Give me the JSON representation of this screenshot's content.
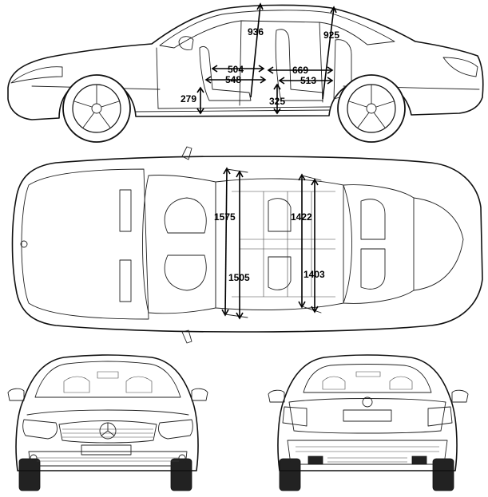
{
  "side_view": {
    "dims": {
      "headroom_front": "936",
      "headroom_rear": "925",
      "legroom_front_short": "504",
      "legroom_front_long": "548",
      "legroom_rear_long": "669",
      "legroom_rear_short": "513",
      "seat_height_front": "279",
      "seat_height_rear": "325"
    }
  },
  "top_view": {
    "dims": {
      "shoulder_front": "1575",
      "hip_front": "1505",
      "shoulder_rear": "1422",
      "hip_rear": "1403"
    }
  },
  "front_view": {},
  "rear_view": {}
}
